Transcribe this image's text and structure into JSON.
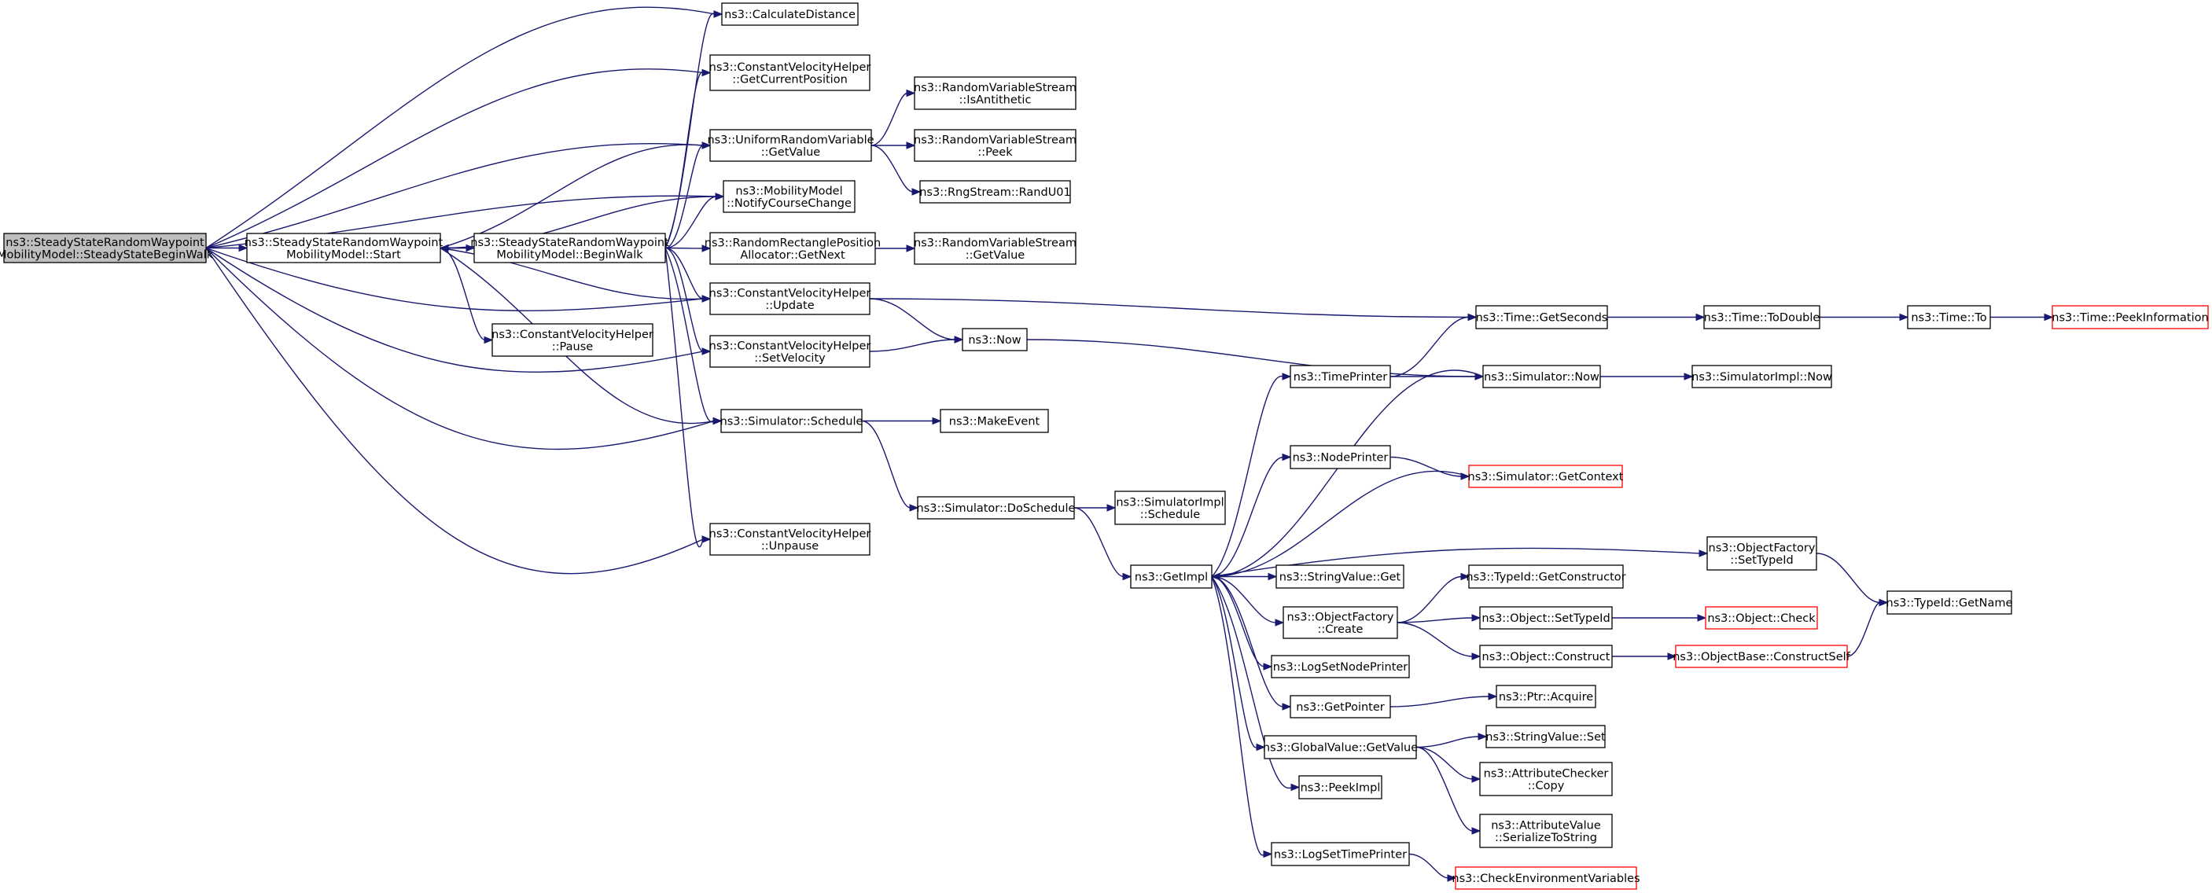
{
  "diagram": {
    "kind": "doxygen-call-graph",
    "colors": {
      "edge": "#191970",
      "root_fill": "#bfbfbf",
      "truncated_border": "#ff0000",
      "border": "#000000"
    },
    "nodes": [
      {
        "id": "root",
        "lines": [
          "ns3::SteadyStateRandomWaypoint",
          "MobilityModel::SteadyStateBeginWalk"
        ],
        "style": "root"
      },
      {
        "id": "start",
        "lines": [
          "ns3::SteadyStateRandomWaypoint",
          "MobilityModel::Start"
        ]
      },
      {
        "id": "beginwalk",
        "lines": [
          "ns3::SteadyStateRandomWaypoint",
          "MobilityModel::BeginWalk"
        ]
      },
      {
        "id": "calcdist",
        "lines": [
          "ns3::CalculateDistance"
        ]
      },
      {
        "id": "cvh_getpos",
        "lines": [
          "ns3::ConstantVelocityHelper",
          "::GetCurrentPosition"
        ]
      },
      {
        "id": "urv_getvalue",
        "lines": [
          "ns3::UniformRandomVariable",
          "::GetValue"
        ]
      },
      {
        "id": "notify",
        "lines": [
          "ns3::MobilityModel",
          "::NotifyCourseChange"
        ]
      },
      {
        "id": "rrpa_getnext",
        "lines": [
          "ns3::RandomRectanglePosition",
          "Allocator::GetNext"
        ]
      },
      {
        "id": "cvh_update",
        "lines": [
          "ns3::ConstantVelocityHelper",
          "::Update"
        ]
      },
      {
        "id": "cvh_pause",
        "lines": [
          "ns3::ConstantVelocityHelper",
          "::Pause"
        ]
      },
      {
        "id": "cvh_setvel",
        "lines": [
          "ns3::ConstantVelocityHelper",
          "::SetVelocity"
        ]
      },
      {
        "id": "sim_schedule",
        "lines": [
          "ns3::Simulator::Schedule"
        ]
      },
      {
        "id": "cvh_unpause",
        "lines": [
          "ns3::ConstantVelocityHelper",
          "::Unpause"
        ]
      },
      {
        "id": "rvs_isanti",
        "lines": [
          "ns3::RandomVariableStream",
          "::IsAntithetic"
        ]
      },
      {
        "id": "rvs_peek",
        "lines": [
          "ns3::RandomVariableStream",
          "::Peek"
        ]
      },
      {
        "id": "rng_randu01",
        "lines": [
          "ns3::RngStream::RandU01"
        ]
      },
      {
        "id": "rvs_getvalue",
        "lines": [
          "ns3::RandomVariableStream",
          "::GetValue"
        ]
      },
      {
        "id": "now",
        "lines": [
          "ns3::Now"
        ]
      },
      {
        "id": "makeevent",
        "lines": [
          "ns3::MakeEvent"
        ]
      },
      {
        "id": "doschedule",
        "lines": [
          "ns3::Simulator::DoSchedule"
        ]
      },
      {
        "id": "simimpl_schedule",
        "lines": [
          "ns3::SimulatorImpl",
          "::Schedule"
        ]
      },
      {
        "id": "getimpl",
        "lines": [
          "ns3::GetImpl"
        ]
      },
      {
        "id": "timeprinter",
        "lines": [
          "ns3::TimePrinter"
        ]
      },
      {
        "id": "nodeprinter",
        "lines": [
          "ns3::NodePrinter"
        ]
      },
      {
        "id": "strval_get",
        "lines": [
          "ns3::StringValue::Get"
        ]
      },
      {
        "id": "of_create",
        "lines": [
          "ns3::ObjectFactory",
          "::Create"
        ]
      },
      {
        "id": "logsetnode",
        "lines": [
          "ns3::LogSetNodePrinter"
        ]
      },
      {
        "id": "getpointer",
        "lines": [
          "ns3::GetPointer"
        ]
      },
      {
        "id": "gv_getvalue",
        "lines": [
          "ns3::GlobalValue::GetValue"
        ]
      },
      {
        "id": "peekimpl",
        "lines": [
          "ns3::PeekImpl"
        ]
      },
      {
        "id": "logsettime",
        "lines": [
          "ns3::LogSetTimePrinter"
        ]
      },
      {
        "id": "time_getsec",
        "lines": [
          "ns3::Time::GetSeconds"
        ]
      },
      {
        "id": "sim_now",
        "lines": [
          "ns3::Simulator::Now"
        ]
      },
      {
        "id": "sim_getctx",
        "lines": [
          "ns3::Simulator::GetContext"
        ],
        "style": "truncated"
      },
      {
        "id": "of_settypeid",
        "lines": [
          "ns3::ObjectFactory",
          "::SetTypeId"
        ]
      },
      {
        "id": "typeid_getctor",
        "lines": [
          "ns3::TypeId::GetConstructor"
        ]
      },
      {
        "id": "obj_settypeid",
        "lines": [
          "ns3::Object::SetTypeId"
        ]
      },
      {
        "id": "obj_construct",
        "lines": [
          "ns3::Object::Construct"
        ]
      },
      {
        "id": "ptr_acquire",
        "lines": [
          "ns3::Ptr::Acquire"
        ]
      },
      {
        "id": "strval_set",
        "lines": [
          "ns3::StringValue::Set"
        ]
      },
      {
        "id": "attrchk_copy",
        "lines": [
          "ns3::AttributeChecker",
          "::Copy"
        ]
      },
      {
        "id": "attrval_ser",
        "lines": [
          "ns3::AttributeValue",
          "::SerializeToString"
        ]
      },
      {
        "id": "checkenv",
        "lines": [
          "ns3::CheckEnvironmentVariables"
        ],
        "style": "truncated"
      },
      {
        "id": "time_todouble",
        "lines": [
          "ns3::Time::ToDouble"
        ]
      },
      {
        "id": "simimpl_now",
        "lines": [
          "ns3::SimulatorImpl::Now"
        ]
      },
      {
        "id": "obj_check",
        "lines": [
          "ns3::Object::Check"
        ],
        "style": "truncated"
      },
      {
        "id": "objbase_cs",
        "lines": [
          "ns3::ObjectBase::ConstructSelf"
        ],
        "style": "truncated"
      },
      {
        "id": "typeid_getname",
        "lines": [
          "ns3::TypeId::GetName"
        ]
      },
      {
        "id": "time_to",
        "lines": [
          "ns3::Time::To"
        ]
      },
      {
        "id": "time_peekinfo",
        "lines": [
          "ns3::Time::PeekInformation"
        ],
        "style": "truncated"
      }
    ],
    "edges": [
      [
        "root",
        "calcdist"
      ],
      [
        "root",
        "cvh_getpos"
      ],
      [
        "root",
        "urv_getvalue"
      ],
      [
        "root",
        "notify"
      ],
      [
        "root",
        "start"
      ],
      [
        "root",
        "cvh_update"
      ],
      [
        "root",
        "cvh_setvel"
      ],
      [
        "root",
        "sim_schedule"
      ],
      [
        "root",
        "cvh_unpause"
      ],
      [
        "start",
        "urv_getvalue"
      ],
      [
        "start",
        "notify"
      ],
      [
        "start",
        "beginwalk"
      ],
      [
        "start",
        "cvh_update"
      ],
      [
        "start",
        "cvh_pause"
      ],
      [
        "start",
        "sim_schedule"
      ],
      [
        "beginwalk",
        "calcdist"
      ],
      [
        "beginwalk",
        "cvh_getpos"
      ],
      [
        "beginwalk",
        "urv_getvalue"
      ],
      [
        "beginwalk",
        "notify"
      ],
      [
        "beginwalk",
        "start"
      ],
      [
        "beginwalk",
        "rrpa_getnext"
      ],
      [
        "beginwalk",
        "cvh_update"
      ],
      [
        "beginwalk",
        "cvh_setvel"
      ],
      [
        "beginwalk",
        "sim_schedule"
      ],
      [
        "beginwalk",
        "cvh_unpause"
      ],
      [
        "urv_getvalue",
        "rvs_isanti"
      ],
      [
        "urv_getvalue",
        "rvs_peek"
      ],
      [
        "urv_getvalue",
        "rng_randu01"
      ],
      [
        "rrpa_getnext",
        "rvs_getvalue"
      ],
      [
        "cvh_update",
        "time_getsec"
      ],
      [
        "cvh_update",
        "now"
      ],
      [
        "cvh_setvel",
        "now"
      ],
      [
        "now",
        "sim_now"
      ],
      [
        "sim_schedule",
        "makeevent"
      ],
      [
        "sim_schedule",
        "doschedule"
      ],
      [
        "doschedule",
        "simimpl_schedule"
      ],
      [
        "doschedule",
        "getimpl"
      ],
      [
        "getimpl",
        "timeprinter"
      ],
      [
        "getimpl",
        "nodeprinter"
      ],
      [
        "getimpl",
        "strval_get"
      ],
      [
        "getimpl",
        "of_create"
      ],
      [
        "getimpl",
        "logsetnode"
      ],
      [
        "getimpl",
        "getpointer"
      ],
      [
        "getimpl",
        "gv_getvalue"
      ],
      [
        "getimpl",
        "peekimpl"
      ],
      [
        "getimpl",
        "logsettime"
      ],
      [
        "getimpl",
        "of_settypeid"
      ],
      [
        "timeprinter",
        "time_getsec"
      ],
      [
        "timeprinter",
        "sim_now"
      ],
      [
        "nodeprinter",
        "sim_getctx"
      ],
      [
        "sim_now",
        "getimpl"
      ],
      [
        "sim_now",
        "simimpl_now"
      ],
      [
        "sim_getctx",
        "getimpl"
      ],
      [
        "time_getsec",
        "time_todouble"
      ],
      [
        "time_todouble",
        "time_to"
      ],
      [
        "time_to",
        "time_peekinfo"
      ],
      [
        "of_create",
        "typeid_getctor"
      ],
      [
        "of_create",
        "obj_settypeid"
      ],
      [
        "of_create",
        "obj_construct"
      ],
      [
        "obj_settypeid",
        "obj_check"
      ],
      [
        "obj_construct",
        "objbase_cs"
      ],
      [
        "objbase_cs",
        "typeid_getname"
      ],
      [
        "of_settypeid",
        "typeid_getname"
      ],
      [
        "getpointer",
        "ptr_acquire"
      ],
      [
        "gv_getvalue",
        "strval_set"
      ],
      [
        "gv_getvalue",
        "attrchk_copy"
      ],
      [
        "gv_getvalue",
        "attrval_ser"
      ],
      [
        "logsettime",
        "checkenv"
      ]
    ]
  }
}
